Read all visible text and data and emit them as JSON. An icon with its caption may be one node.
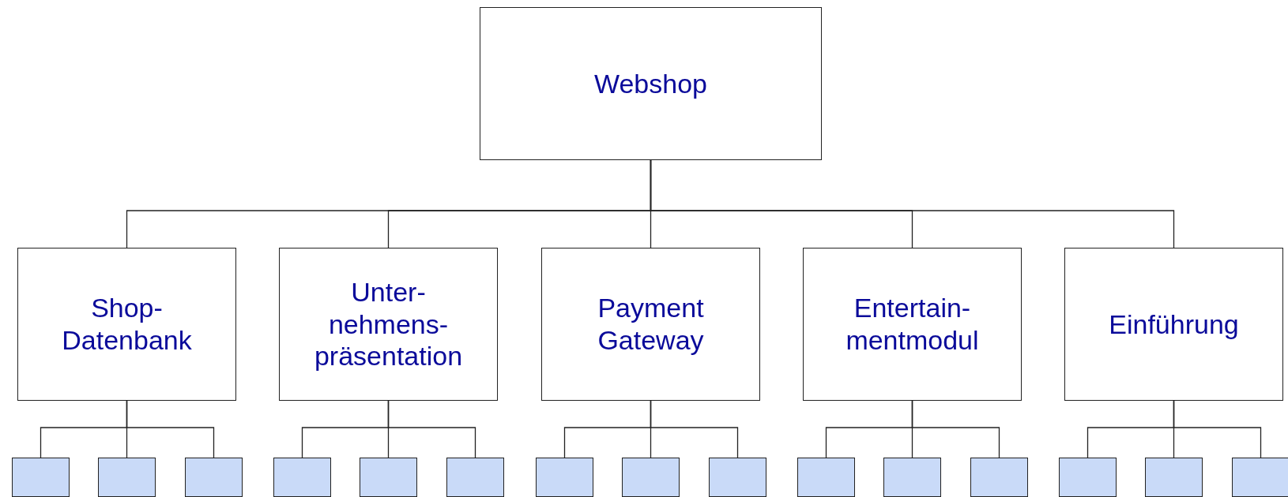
{
  "diagram": {
    "nodes": [
      {
        "text": [
          "Webshop"
        ]
      },
      {
        "text": [
          "Shop- Datenbank"
        ]
      },
      {
        "text": [
          "Unter- nehmens- präsentation"
        ]
      },
      {
        "text": [
          "Payment Gateway"
        ]
      },
      {
        "text": [
          "Entertain- mentmodul"
        ]
      },
      {
        "text": [
          "Einführung"
        ]
      },
      {
        "text": [],
        "shape": "box"
      },
      {
        "text": [],
        "shape": "box"
      },
      {
        "text": [],
        "shape": "box"
      },
      {
        "text": [],
        "shape": "box"
      },
      {
        "text": [],
        "shape": "box"
      },
      {
        "text": [],
        "shape": "box"
      },
      {
        "text": [],
        "shape": "box"
      },
      {
        "text": [],
        "shape": "box"
      },
      {
        "text": [],
        "shape": "box"
      },
      {
        "text": [],
        "shape": "box"
      },
      {
        "text": [],
        "shape": "box"
      },
      {
        "text": [],
        "shape": "box"
      },
      {
        "text": [],
        "shape": "box"
      },
      {
        "text": [],
        "shape": "box"
      },
      {
        "text": [],
        "shape": "box"
      }
    ],
    "edges": [
      {
        "from": 0,
        "to": 1,
        "arrow": "none"
      },
      {
        "from": 0,
        "to": 2,
        "arrow": "none"
      },
      {
        "from": 0,
        "to": 3,
        "arrow": "none"
      },
      {
        "from": 0,
        "to": 4,
        "arrow": "none"
      },
      {
        "from": 0,
        "to": 5,
        "arrow": "none"
      },
      {
        "from": 1,
        "to": 6,
        "arrow": "none"
      },
      {
        "from": 1,
        "to": 7,
        "arrow": "none"
      },
      {
        "from": 1,
        "to": 8,
        "arrow": "none"
      },
      {
        "from": 2,
        "to": 9,
        "arrow": "none"
      },
      {
        "from": 2,
        "to": 10,
        "arrow": "none"
      },
      {
        "from": 2,
        "to": 11,
        "arrow": "none"
      },
      {
        "from": 3,
        "to": 12,
        "arrow": "none"
      },
      {
        "from": 3,
        "to": 13,
        "arrow": "none"
      },
      {
        "from": 3,
        "to": 14,
        "arrow": "none"
      },
      {
        "from": 4,
        "to": 15,
        "arrow": "none"
      },
      {
        "from": 4,
        "to": 16,
        "arrow": "none"
      },
      {
        "from": 4,
        "to": 17,
        "arrow": "none"
      },
      {
        "from": 5,
        "to": 18,
        "arrow": "none"
      },
      {
        "from": 5,
        "to": 19,
        "arrow": "none"
      },
      {
        "from": 5,
        "to": 20,
        "arrow": "none"
      }
    ]
  }
}
